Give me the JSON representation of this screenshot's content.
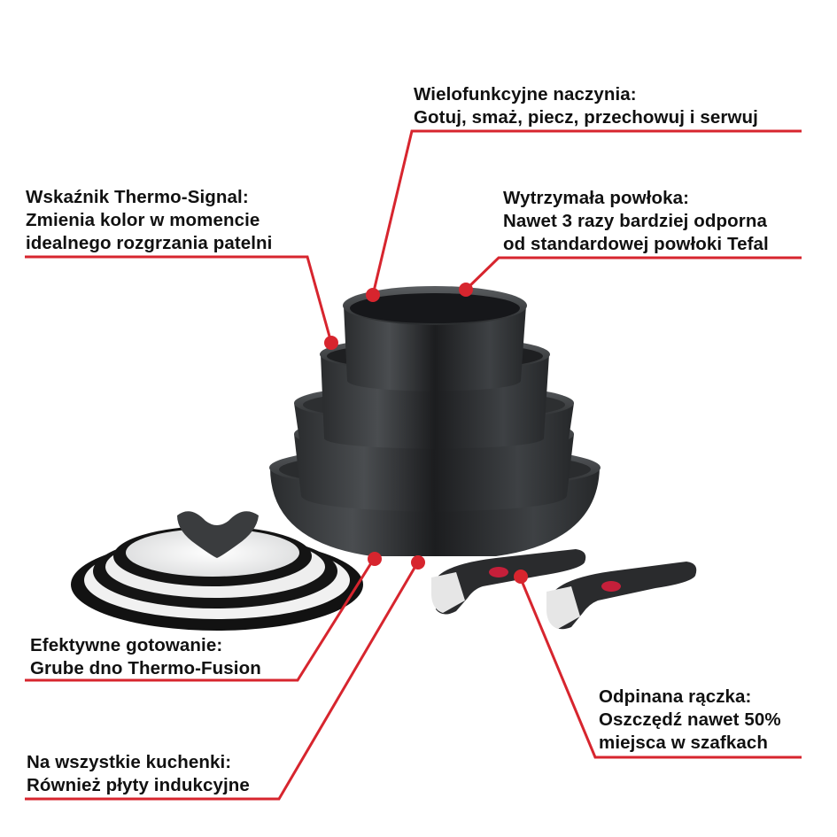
{
  "product": {
    "type": "cookware set infographic",
    "accent_color": "#d7252e",
    "text_color": "#111111"
  },
  "callouts": [
    {
      "id": "multifunction",
      "title": "Wielofunkcyjne naczynia:",
      "lines": [
        "Gotuj, smaż, piecz, przechowuj i serwuj"
      ]
    },
    {
      "id": "thermo-signal",
      "title": "Wskaźnik Thermo-Signal:",
      "lines": [
        "Zmienia kolor w momencie",
        "idealnego rozgrzania patelni"
      ]
    },
    {
      "id": "coating",
      "title": "Wytrzymała powłoka:",
      "lines": [
        "Nawet 3 razy bardziej odporna",
        "od standardowej powłoki Tefal"
      ]
    },
    {
      "id": "efficient-cooking",
      "title": "Efektywne gotowanie:",
      "lines": [
        "Grube dno Thermo-Fusion"
      ]
    },
    {
      "id": "detachable-handle",
      "title": "Odpinana rączka:",
      "lines": [
        "Oszczędź nawet 50%",
        "miejsca w szafkach"
      ]
    },
    {
      "id": "all-hobs",
      "title": "Na wszystkie kuchenki:",
      "lines": [
        "Również płyty indukcyjne"
      ]
    }
  ]
}
